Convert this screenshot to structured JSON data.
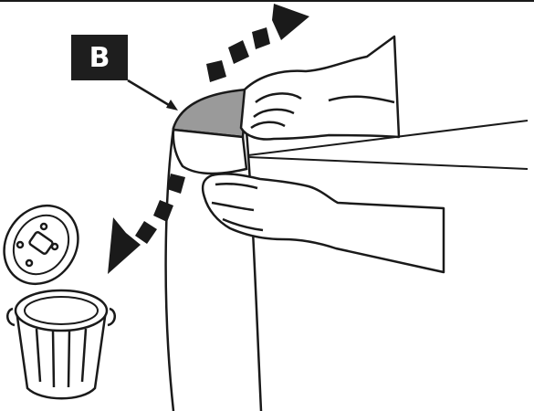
{
  "callout": {
    "letter": "B"
  },
  "colors": {
    "outline": "#1a1a1a",
    "fill": "#ffffff",
    "shade": "#9a9a9a"
  },
  "icons": {
    "arrow_up": "curved-dashed-arrow-up",
    "arrow_down": "curved-dashed-arrow-down",
    "trash_can": "trash-can-icon",
    "lid": "trash-lid-icon"
  }
}
